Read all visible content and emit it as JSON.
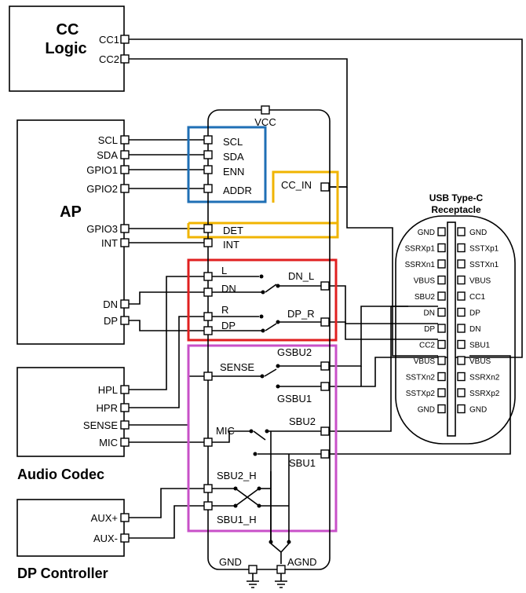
{
  "blocks": {
    "cc_logic": {
      "line1": "CC",
      "line2": "Logic",
      "pin_cc1": "CC1",
      "pin_cc2": "CC2"
    },
    "ap": {
      "title": "AP",
      "pins": {
        "scl": "SCL",
        "sda": "SDA",
        "gpio1": "GPIO1",
        "gpio2": "GPIO2",
        "gpio3": "GPIO3",
        "int": "INT",
        "dn": "DN",
        "dp": "DP"
      }
    },
    "audio_codec": {
      "title": "Audio Codec",
      "pins": {
        "hpl": "HPL",
        "hpr": "HPR",
        "sense": "SENSE",
        "mic": "MIC"
      }
    },
    "dp_controller": {
      "title": "DP Controller",
      "pins": {
        "aux_p": "AUX+",
        "aux_n": "AUX-"
      }
    }
  },
  "switch_ic": {
    "vcc": "VCC",
    "left_pins": {
      "scl": "SCL",
      "sda": "SDA",
      "enn": "ENN",
      "addr": "ADDR",
      "det": "DET",
      "int": "INT",
      "l": "L",
      "dn": "DN",
      "r": "R",
      "dp": "DP",
      "sense": "SENSE",
      "mic": "MIC",
      "sbu2_h": "SBU2_H",
      "sbu1_h": "SBU1_H"
    },
    "right_pins": {
      "cc_in": "CC_IN",
      "dn_l": "DN_L",
      "dp_r": "DP_R",
      "gsbu2": "GSBU2",
      "gsbu1": "GSBU1",
      "sbu2": "SBU2",
      "sbu1": "SBU1"
    },
    "gnd": "GND",
    "agnd": "AGND"
  },
  "receptacle": {
    "title_line1": "USB Type-C",
    "title_line2": "Receptacle",
    "left": [
      "GND",
      "SSRXp1",
      "SSRXn1",
      "VBUS",
      "SBU2",
      "DN",
      "DP",
      "CC2",
      "VBUS",
      "SSTXn2",
      "SSTXp2",
      "GND"
    ],
    "right": [
      "GND",
      "SSTXp1",
      "SSTXn1",
      "VBUS",
      "CC1",
      "DP",
      "DN",
      "SBU1",
      "VBUS",
      "SSRXn2",
      "SSRXp2",
      "GND"
    ]
  },
  "highlight_colors": {
    "i2c_group": "#1f6fb5",
    "detect_group": "#f0b400",
    "usb_audio_group": "#e02020",
    "sbu_group": "#c850c8"
  }
}
